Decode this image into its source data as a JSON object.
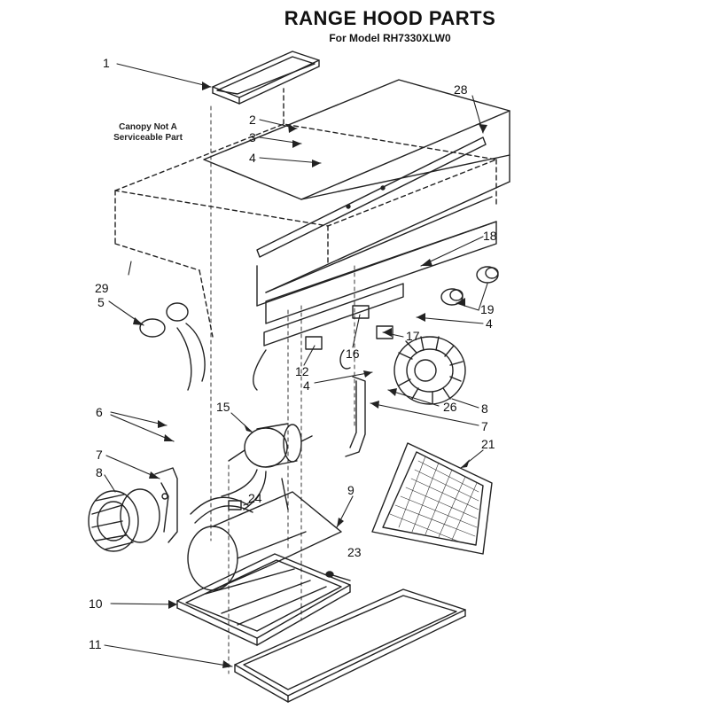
{
  "title": "RANGE HOOD PARTS",
  "model": "For Model RH7330XLW0",
  "canopy_note": "Canopy Not A Serviceable Part",
  "callouts": [
    "1",
    "28",
    "2",
    "3",
    "4",
    "18",
    "29",
    "5",
    "19",
    "4",
    "17",
    "12",
    "16",
    "4",
    "26",
    "8",
    "15",
    "7",
    "6",
    "7",
    "8",
    "21",
    "9",
    "24",
    "23",
    "10",
    "11"
  ]
}
